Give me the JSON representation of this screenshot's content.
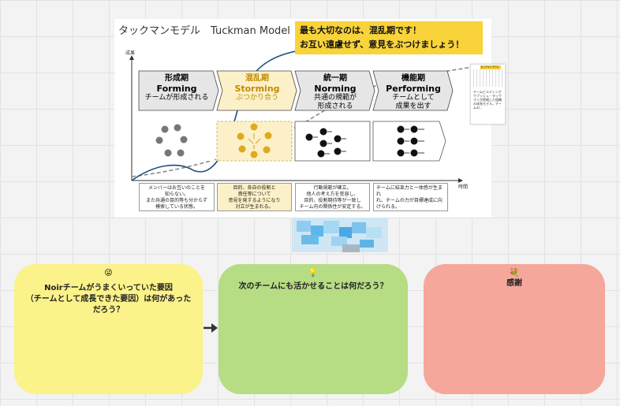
{
  "slide": {
    "title": "タックマンモデル　Tuckman Model",
    "callout_lines": [
      "最も大切なのは、混乱期です！",
      "お互い遠慮せず、意見をぶつけましょう！"
    ],
    "y_axis_label": "成果",
    "x_axis_label": "時間",
    "stages": [
      {
        "jp": "形成期",
        "en": "Forming",
        "sub": [
          "チームが形成される"
        ],
        "color": "#e6e6e6",
        "text_color": "#222"
      },
      {
        "jp": "混乱期",
        "en": "Storming",
        "sub": [
          "ぶつかり合う"
        ],
        "color": "#fcf0c8",
        "text_color": "#c08a00"
      },
      {
        "jp": "統一期",
        "en": "Norming",
        "sub": [
          "共通の規範が",
          "形成される"
        ],
        "color": "#e6e6e6",
        "text_color": "#222"
      },
      {
        "jp": "機能期",
        "en": "Performing",
        "sub": [
          "チームとして",
          "成果を出す"
        ],
        "color": "#e6e6e6",
        "text_color": "#222"
      }
    ],
    "descriptions": [
      [
        "メンバーはお互いのことを",
        "知らない。",
        "また共通の目的等も分からず",
        "模索している状態。"
      ],
      [
        "目的、各自の役割と",
        "責任等について",
        "意見を発するようになり",
        "対立が生まれる。"
      ],
      [
        "行動規範が確立。",
        "他人の考え方を受容し、",
        "目的、役割期待等が一致し",
        "チーム内の関係性が安定する。"
      ],
      [
        "チームに結束力と一体感が生まれ",
        "れ、チームの力が目標達成に向",
        "けられる。"
      ]
    ],
    "accent_colors": {
      "callout": "#f8d33a",
      "storming": "#e0a91e",
      "curve": "#1f4e79"
    }
  },
  "mini_doc": {
    "title": "タックマンモデル",
    "text": "チームビルディングでブッシュ・タックマンが提唱した組織の成長モデル。チームの..."
  },
  "cards": [
    {
      "emoji": "😜",
      "title_lines": [
        "Noirチームがうまくいっていた要因",
        "（チームとして成長できた要因）は何があった",
        "だろう？"
      ],
      "color": "#fbf28a"
    },
    {
      "emoji": "💡",
      "title_lines": [
        "次のチームにも活かせることは何だろう？"
      ],
      "color": "#b6dc84"
    },
    {
      "emoji": "💐",
      "title_lines": [
        "感謝"
      ],
      "color": "#f4a79a"
    }
  ]
}
